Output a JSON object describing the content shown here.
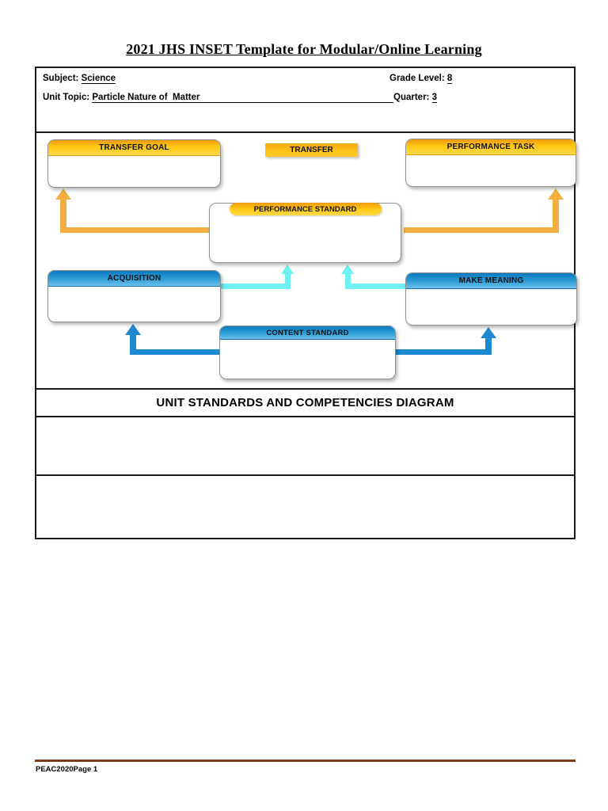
{
  "page": {
    "title": "2021 JHS INSET Template for Modular/Online Learning",
    "footer_text": "PEAC2020Page 1",
    "footer_rule_color": "#7B3F1F"
  },
  "info": {
    "subject_label": "Subject: ",
    "subject_value": "Science",
    "grade_label": "Grade Level: ",
    "grade_value": "8",
    "unit_topic_label": "Unit Topic: ",
    "unit_topic_value": "Particle Nature of  Matter",
    "quarter_label": "Quarter: ",
    "quarter_value": "3"
  },
  "diagram": {
    "banner": "TRANSFER",
    "nodes": {
      "transfer_goal": "TRANSFER GOAL",
      "performance_task": "PERFORMANCE TASK",
      "performance_standard": "PERFORMANCE STANDARD",
      "acquisition": "ACQUISITION",
      "make_meaning": "MAKE MEANING",
      "content_standard": "CONTENT STANDARD"
    },
    "colors": {
      "gold_header_top": "#EE9A0D",
      "gold_header_bottom": "#FFD94A",
      "orange_arrow": "#F2AE3E",
      "blue_header_top": "#0A79BF",
      "blue_header_bottom": "#6FC0E8",
      "cyan_arrow": "#6FF0F3",
      "blue_arrow": "#1E88D0"
    }
  },
  "section": {
    "heading": "UNIT STANDARDS AND COMPETENCIES DIAGRAM"
  }
}
